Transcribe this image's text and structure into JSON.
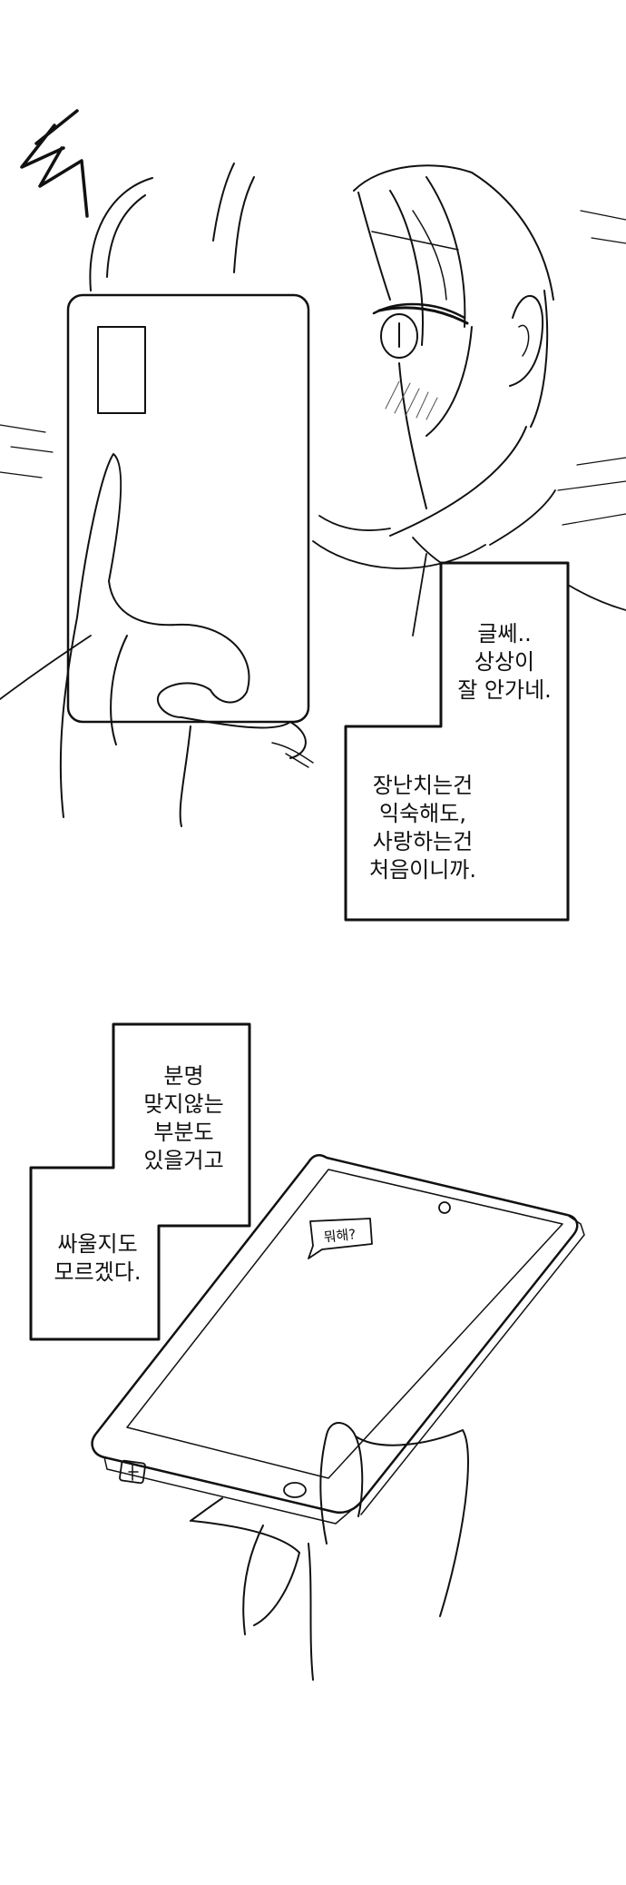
{
  "colors": {
    "ink": "#111111",
    "paper": "#ffffff",
    "blush": "#888888"
  },
  "panel_1": {
    "sfx": "",
    "caption_upper": [
      "글쎄..",
      "상상이",
      "잘 안가네."
    ],
    "caption_lower": [
      "장난치는건",
      "익숙해도,",
      "사랑하는건",
      "처음이니까."
    ]
  },
  "panel_2": {
    "caption_upper": [
      "분명",
      "맞지않는",
      "부분도",
      "있을거고"
    ],
    "caption_lower": [
      "싸울지도",
      "모르겠다."
    ],
    "phone_message_bubble": "뭐해?"
  }
}
